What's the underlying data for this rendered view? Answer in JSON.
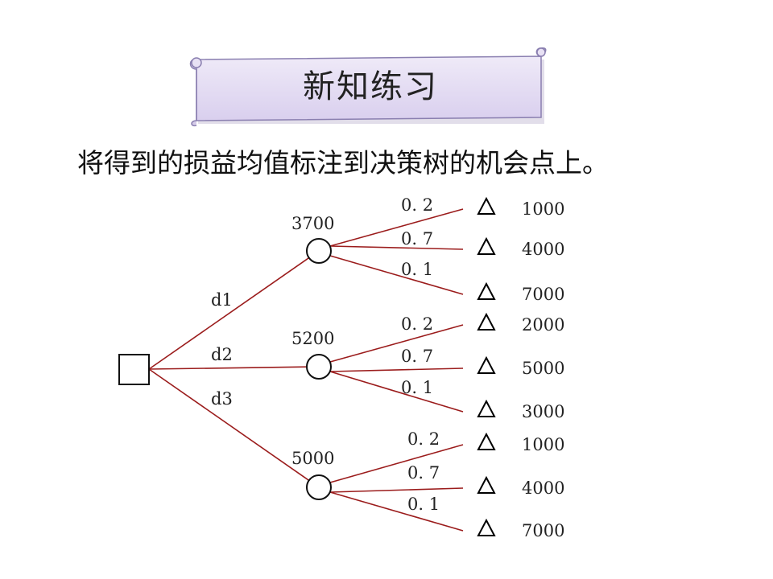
{
  "slide": {
    "title": "新知练习",
    "instruction": "将得到的损益均值标注到决策树的机会点上。"
  },
  "colors": {
    "branch": "#9b1c1c",
    "banner_fill": "#e4dcf2",
    "banner_stroke": "#8a7fb0",
    "node_stroke": "#111111"
  },
  "tree": {
    "decisions": [
      {
        "label": "d1",
        "value": "3700",
        "outcomes": [
          {
            "prob": "0. 2",
            "payoff": "1000"
          },
          {
            "prob": "0. 7",
            "payoff": "4000"
          },
          {
            "prob": "0. 1",
            "payoff": "7000"
          }
        ]
      },
      {
        "label": "d2",
        "value": "5200",
        "outcomes": [
          {
            "prob": "0. 2",
            "payoff": "2000"
          },
          {
            "prob": "0. 7",
            "payoff": "5000"
          },
          {
            "prob": "0. 1",
            "payoff": "3000"
          }
        ]
      },
      {
        "label": "d3",
        "value": "5000",
        "outcomes": [
          {
            "prob": "0. 2",
            "payoff": "1000"
          },
          {
            "prob": "0. 7",
            "payoff": "4000"
          },
          {
            "prob": "0. 1",
            "payoff": "7000"
          }
        ]
      }
    ]
  }
}
